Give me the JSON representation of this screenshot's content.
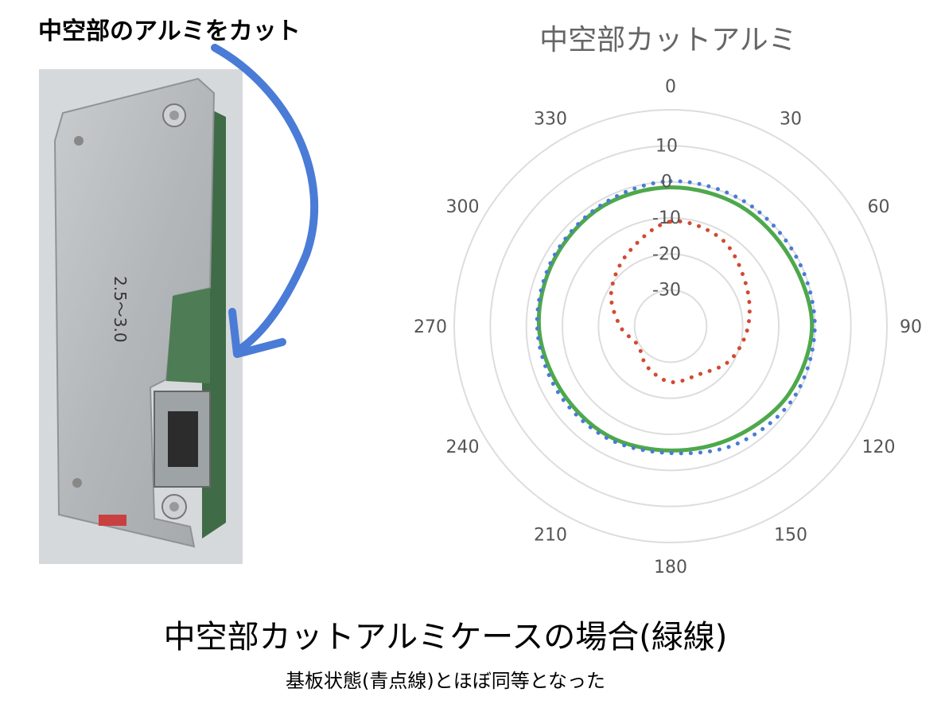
{
  "photo": {
    "caption": "中空部のアルミをカット",
    "handwriting": "2.5〜3.0"
  },
  "captions": {
    "main": "中空部カットアルミケースの場合(緑線)",
    "sub": "基板状態(青点線)とほぼ同等となった"
  },
  "colors": {
    "arrow": "#4a7bd6",
    "green": "#4ea84c",
    "blue": "#4a7bd6",
    "red": "#d24a32",
    "grid": "#dddddd",
    "label": "#555555"
  },
  "chart_data": {
    "type": "polar",
    "title": "中空部カットアルミ",
    "angle_ticks": [
      "0",
      "30",
      "60",
      "90",
      "120",
      "150",
      "180",
      "210",
      "240",
      "270",
      "300",
      "330"
    ],
    "radial_range": [
      -40,
      20
    ],
    "radial_ticks": [
      "10",
      "0",
      "-10",
      "-20",
      "-30"
    ],
    "radial_tick_values": [
      10,
      0,
      -10,
      -20,
      -30
    ],
    "grid": true,
    "series": [
      {
        "style": "solid",
        "color": "#4ea84c",
        "angles": [
          0,
          30,
          60,
          90,
          120,
          150,
          180,
          210,
          240,
          270,
          300,
          330
        ],
        "values": [
          -1.5,
          -1.5,
          -1.8,
          -0.8,
          -2.2,
          -4.5,
          -5.5,
          -5.0,
          -4.8,
          -3.5,
          -2.8,
          -1.8
        ]
      },
      {
        "style": "dotted",
        "color": "#4a7bd6",
        "angles": [
          0,
          30,
          60,
          90,
          120,
          150,
          180,
          210,
          240,
          270,
          300,
          330
        ],
        "values": [
          0.2,
          0.2,
          -0.2,
          0.0,
          -0.5,
          -2.5,
          -4.8,
          -4.3,
          -3.8,
          -3.0,
          -2.3,
          -1.3
        ]
      },
      {
        "style": "dotted",
        "color": "#d24a32",
        "angles": [
          0,
          30,
          60,
          90,
          120,
          150,
          180,
          210,
          240,
          270,
          300,
          330
        ],
        "values": [
          -11.0,
          -12.0,
          -16.0,
          -18.5,
          -21.0,
          -24.5,
          -24.5,
          -27.0,
          -29.5,
          -26.0,
          -21.0,
          -16.5
        ]
      }
    ]
  }
}
